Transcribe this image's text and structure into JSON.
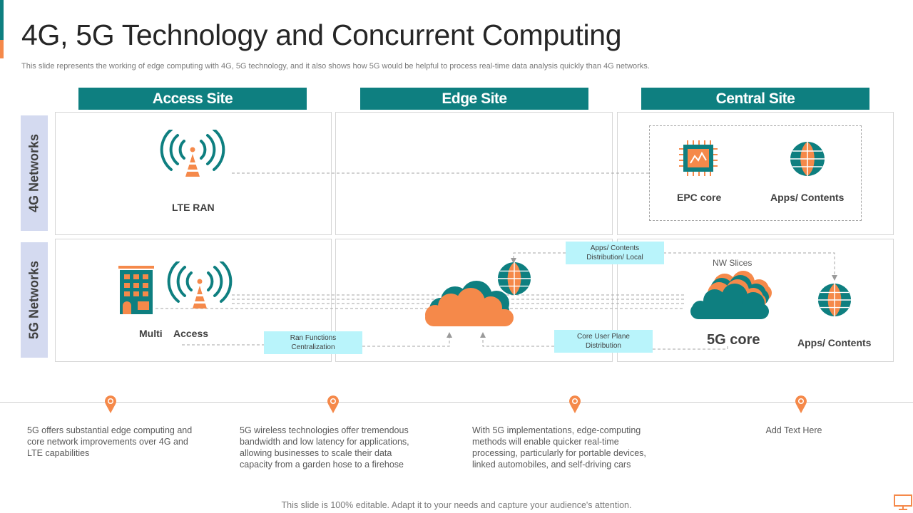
{
  "slide": {
    "title": "4G, 5G Technology and Concurrent Computing",
    "subtitle": "This slide represents the working of edge computing with 4G, 5G technology, and it also shows how 5G would be helpful to process real-time data analysis quickly than 4G networks."
  },
  "columns": [
    "Access Site",
    "Edge Site",
    "Central Site"
  ],
  "rows": [
    "4G Networks",
    "5G Networks"
  ],
  "row4g": {
    "lte_ran": "LTE RAN",
    "epc_core": "EPC core",
    "apps_contents": "Apps/ Contents"
  },
  "row5g": {
    "multi": "Multi",
    "access": "Access",
    "callout_ran": "Ran Functions\nCentralization",
    "callout_apps": "Apps/ Contents\nDistribution/ Local",
    "callout_core": "Core User Plane\nDistribution",
    "nw_slices": "NW Slices",
    "core_5g": "5G core",
    "apps_contents": "Apps/ Contents"
  },
  "timeline": [
    "5G offers substantial edge computing and core network improvements over 4G and LTE capabilities",
    "5G wireless technologies offer tremendous bandwidth and low latency for applications, allowing businesses to scale their data capacity from a garden hose to a firehose",
    "With 5G implementations, edge-computing methods will enable quicker real-time processing, particularly for portable devices, linked automobiles, and self-driving cars",
    "Add Text Here"
  ],
  "footer": "This slide is 100% editable. Adapt it to your needs and capture your audience's attention.",
  "colors": {
    "teal": "#0e7f80",
    "orange": "#f5894a",
    "row_label_bg": "#d4daf0",
    "callout_bg": "#b9f4fb"
  },
  "icons": [
    "signal-tower-icon",
    "building-icon",
    "cpu-chip-icon",
    "globe-icon",
    "cloud-icon",
    "location-pin-icon",
    "monitor-icon"
  ]
}
